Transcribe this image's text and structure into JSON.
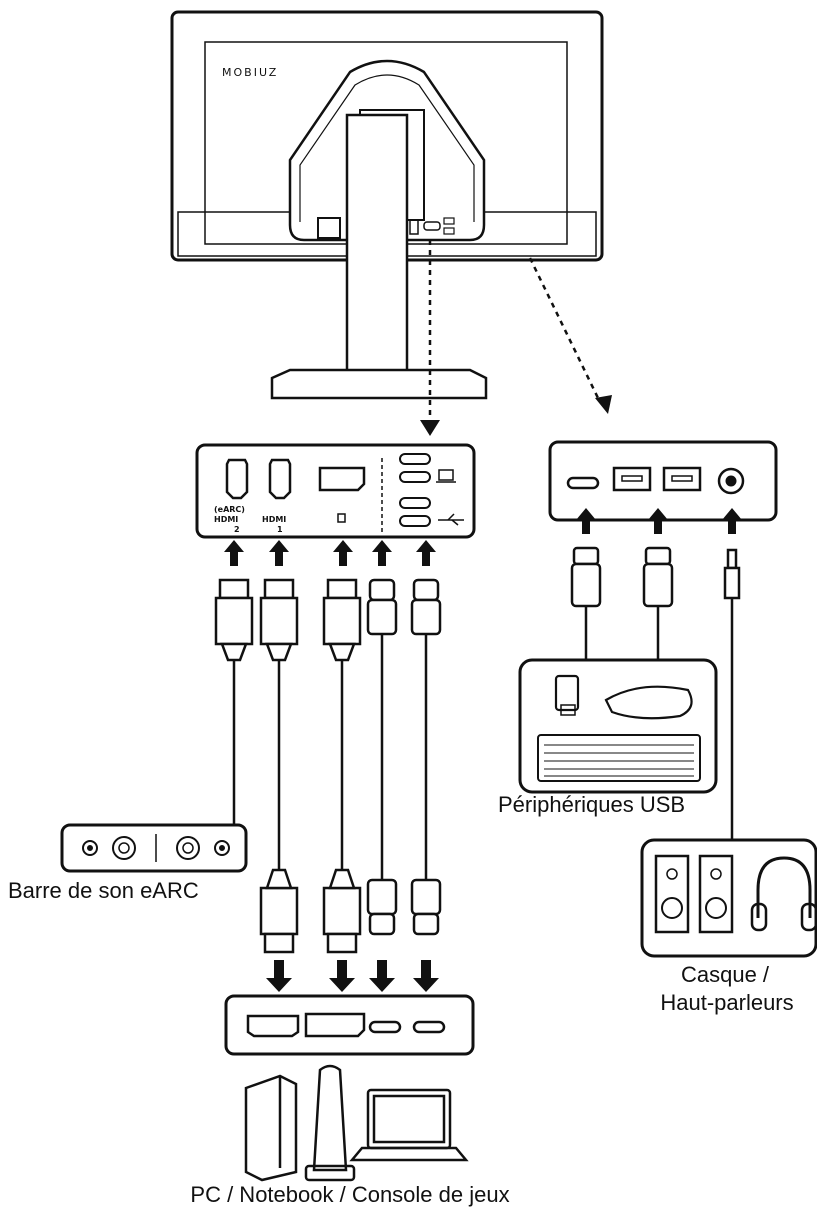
{
  "monitor": {
    "brand": "MOBIUZ"
  },
  "port_panel": {
    "hdmi2_top": "(eARC)",
    "hdmi2_logo": "HDMI",
    "hdmi2_num": "2",
    "hdmi1_logo": "HDMI",
    "hdmi1_num": "1"
  },
  "labels": {
    "soundbar": "Barre de son eARC",
    "usb_devices": "Périphériques USB",
    "headphones_line1": "Casque /",
    "headphones_line2": "Haut-parleurs",
    "sources": "PC / Notebook / Console de jeux"
  },
  "colors": {
    "stroke": "#111111",
    "background": "#ffffff"
  }
}
